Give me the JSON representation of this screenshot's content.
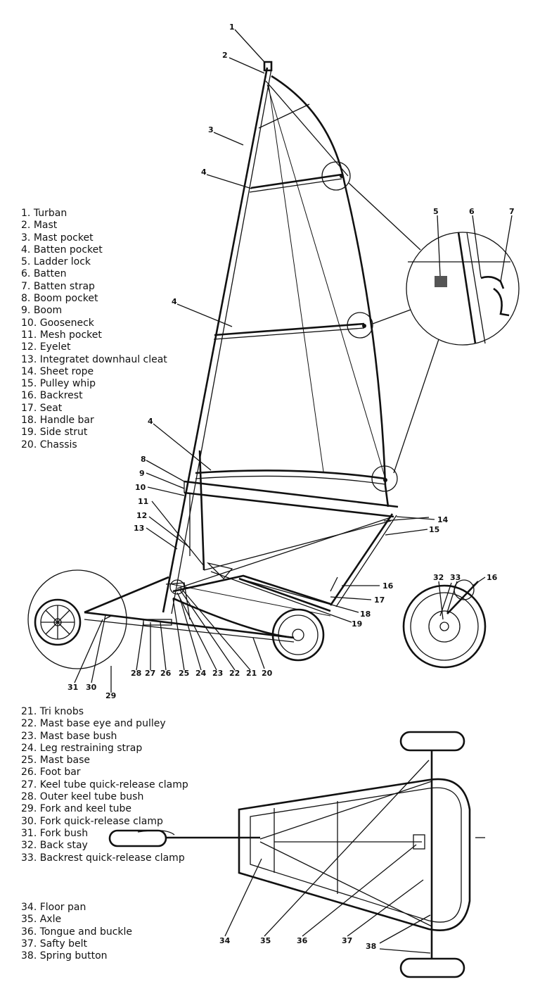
{
  "legend_part1": [
    {
      "num": "1.",
      "label": "Turban"
    },
    {
      "num": "2.",
      "label": "Mast"
    },
    {
      "num": "3.",
      "label": "Mast pocket"
    },
    {
      "num": "4.",
      "label": "Batten pocket"
    },
    {
      "num": "5.",
      "label": "Ladder lock"
    },
    {
      "num": "6.",
      "label": "Batten"
    },
    {
      "num": "7.",
      "label": "Batten strap"
    },
    {
      "num": "8.",
      "label": "Boom pocket"
    },
    {
      "num": "9.",
      "label": "Boom"
    },
    {
      "num": "10.",
      "label": "Gooseneck"
    },
    {
      "num": "11.",
      "label": "Mesh pocket"
    },
    {
      "num": "12.",
      "label": "Eyelet"
    },
    {
      "num": "13.",
      "label": "Integratet downhaul cleat"
    },
    {
      "num": "14.",
      "label": "Sheet rope"
    },
    {
      "num": "15.",
      "label": "Pulley whip"
    },
    {
      "num": "16.",
      "label": "Backrest"
    },
    {
      "num": "17.",
      "label": "Seat"
    },
    {
      "num": "18.",
      "label": "Handle bar"
    },
    {
      "num": "19.",
      "label": "Side strut"
    },
    {
      "num": "20.",
      "label": "Chassis"
    }
  ],
  "legend_part2": [
    {
      "num": "21.",
      "label": "Tri knobs"
    },
    {
      "num": "22.",
      "label": "Mast base eye and pulley"
    },
    {
      "num": "23.",
      "label": "Mast base bush"
    },
    {
      "num": "24.",
      "label": "Leg restraining strap"
    },
    {
      "num": "25.",
      "label": "Mast base"
    },
    {
      "num": "26.",
      "label": "Foot bar"
    },
    {
      "num": "27.",
      "label": "Keel tube quick-release clamp"
    },
    {
      "num": "28.",
      "label": "Outer keel tube bush"
    },
    {
      "num": "29.",
      "label": "Fork and keel tube"
    },
    {
      "num": "30.",
      "label": "Fork quick-release clamp"
    },
    {
      "num": "31.",
      "label": "Fork bush"
    },
    {
      "num": "32.",
      "label": "Back stay"
    },
    {
      "num": "33.",
      "label": "Backrest quick-release clamp"
    }
  ],
  "legend_part3": [
    {
      "num": "34.",
      "label": "Floor pan"
    },
    {
      "num": "35.",
      "label": "Axle"
    },
    {
      "num": "36.",
      "label": "Tongue and buckle"
    },
    {
      "num": "37.",
      "label": "Safty belt"
    },
    {
      "num": "38.",
      "label": "Spring button"
    }
  ],
  "callouts": {
    "c1": "1",
    "c2": "2",
    "c3": "3",
    "c4a": "4",
    "c4b": "4",
    "c4c": "4",
    "c5": "5",
    "c6": "6",
    "c7": "7",
    "c8": "8",
    "c9": "9",
    "c10": "10",
    "c11": "11",
    "c12": "12",
    "c13": "13",
    "c14": "14",
    "c15": "15",
    "c16a": "16",
    "c16b": "16",
    "c17": "17",
    "c18": "18",
    "c19": "19",
    "c20": "20",
    "c21": "21",
    "c22": "22",
    "c23": "23",
    "c24": "24",
    "c25": "25",
    "c26": "26",
    "c27": "27",
    "c28": "28",
    "c29": "29",
    "c30": "30",
    "c31": "31",
    "c32": "32",
    "c33": "33",
    "c34": "34",
    "c35": "35",
    "c36": "36",
    "c37": "37",
    "c38": "38"
  }
}
